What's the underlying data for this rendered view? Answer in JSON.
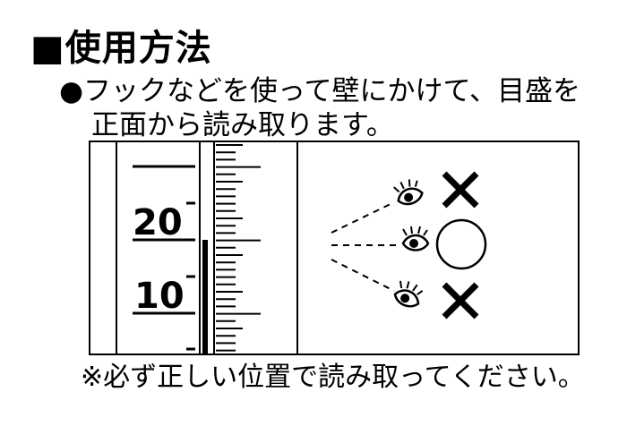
{
  "heading": "■使用方法",
  "instruction_line1": "●フックなどを使って壁にかけて、目盛を",
  "instruction_line2": "正面から読み取ります。",
  "scale_labels": [
    "20",
    "10"
  ],
  "view_marks": [
    "✕",
    "○",
    "✕"
  ],
  "note": "※必ず正しい位置で読み取ってください。"
}
